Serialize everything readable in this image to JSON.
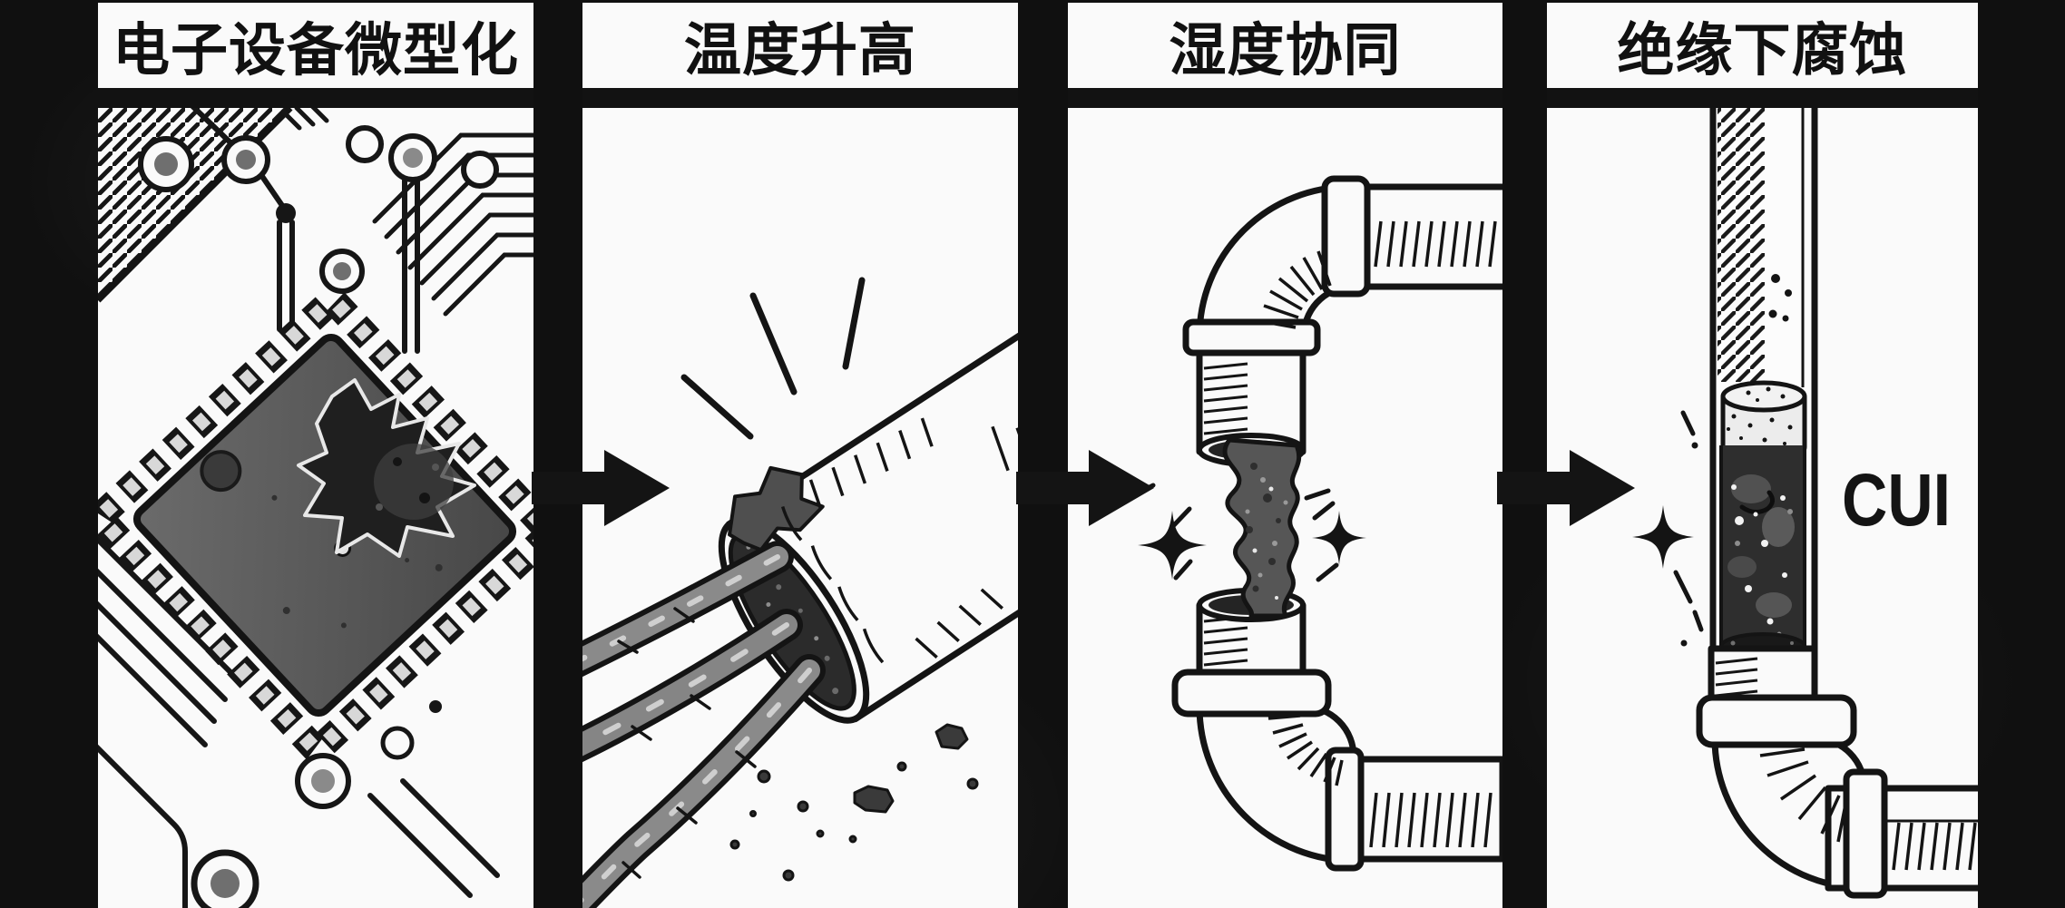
{
  "colors": {
    "background": "#101010",
    "panel_white": "#fafafa",
    "ink_black": "#141414",
    "chip_gray": "#5a5a5a",
    "corrosion_gray": "#4f4f4f"
  },
  "panels": [
    {
      "title": "电子设备微型化",
      "illustration": "corroded-microchip-on-circuit-board"
    },
    {
      "title": "温度升高",
      "illustration": "overheated-conduit-with-corroded-wires"
    },
    {
      "title": "湿度协同",
      "illustration": "pipe-loop-with-corroded-joint"
    },
    {
      "title": "绝缘下腐蚀",
      "illustration": "insulated-pipe-cutaway-corrosion",
      "label": "CUI"
    }
  ],
  "arrows": [
    {
      "name": "step-1-to-2"
    },
    {
      "name": "step-2-to-3"
    },
    {
      "name": "step-3-to-4"
    }
  ]
}
